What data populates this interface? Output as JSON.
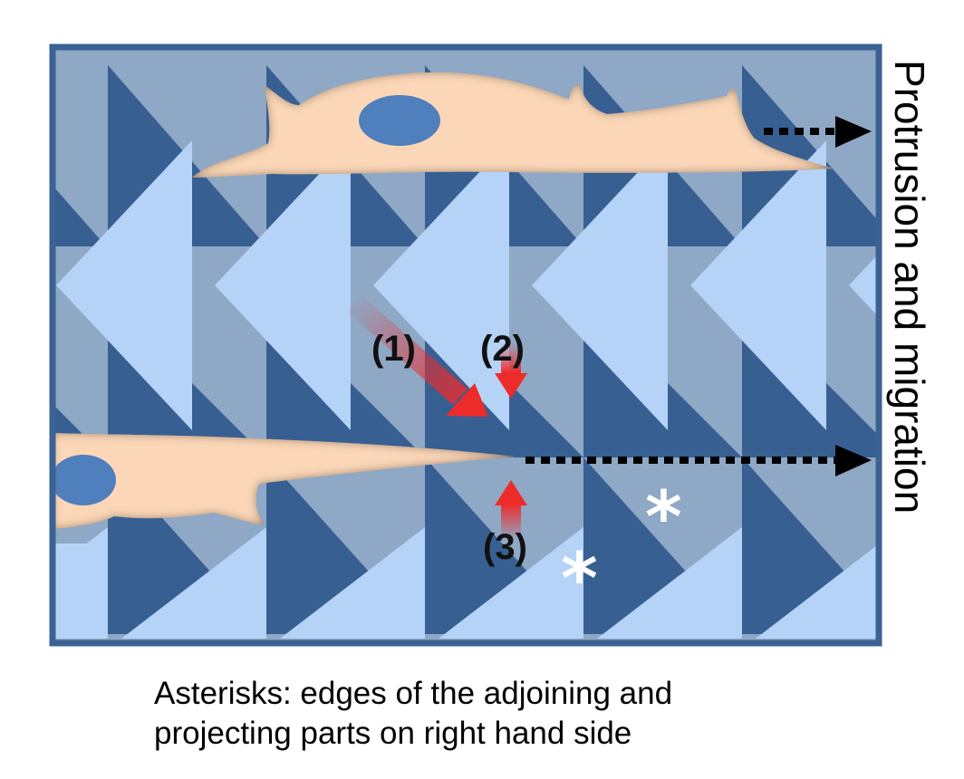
{
  "labels": {
    "step1": "(1)",
    "step2": "(2)",
    "step3": "(3)",
    "asterisk": "*"
  },
  "side_label": "Protrusion and migration",
  "caption": {
    "line1": "Asterisks: edges of the adjoining and",
    "line2": "projecting parts on right hand side"
  },
  "colors": {
    "frame": "#3a6293",
    "dark_blue": "#375f92",
    "mid_blue": "#8ea8c5",
    "light_blue": "#b5d3f7",
    "cell_body": "#fbd7b8",
    "nucleus": "#4f7fbc",
    "force_arrow": "#ee2b2b",
    "migration_arrow": "#000000"
  },
  "icons": {
    "migration": "dotted-arrow-right",
    "force": "gradient-arrow"
  }
}
